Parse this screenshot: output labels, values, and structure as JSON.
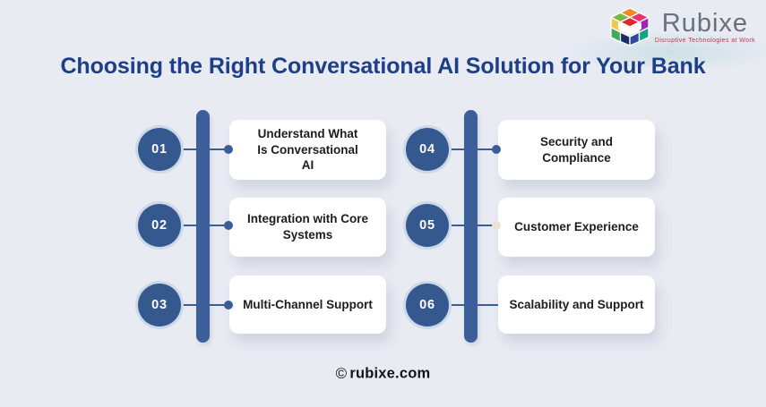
{
  "colors": {
    "bg": "#e9ebf3",
    "title": "#1e3e88",
    "bar": "#3c5f9a",
    "circle": "#35598f",
    "circle-ring": "#cdd8e9",
    "connector": "#3a5d99",
    "dot-light": "#ece1d7",
    "card-bg": "#ffffff",
    "card-text": "#1d1d1f",
    "number-text": "#ffffff",
    "logo-name": "#68707c",
    "logo-tagline": "#b23a48",
    "footer-text": "#10121f"
  },
  "logo": {
    "name": "Rubixe",
    "tagline": "Disruptive Technologies at Work"
  },
  "title": {
    "text": "Choosing the Right Conversational AI Solution for Your Bank"
  },
  "timeline": {
    "columns": [
      {
        "items": [
          {
            "number": "01",
            "label": "Understand What Is Conversational AI"
          },
          {
            "number": "02",
            "label": "Integration with Core Systems"
          },
          {
            "number": "03",
            "label": "Multi-Channel Support"
          }
        ]
      },
      {
        "items": [
          {
            "number": "04",
            "label": "Security and Compliance"
          },
          {
            "number": "05",
            "label": "Customer Experience"
          },
          {
            "number": "06",
            "label": "Scalability and Support"
          }
        ]
      }
    ]
  },
  "footer": {
    "copyright_symbol": "©",
    "text": "rubixe.com"
  }
}
